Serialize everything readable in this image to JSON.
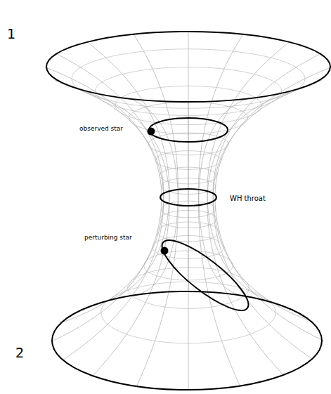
{
  "diagram": {
    "labels": [
      "1",
      "2",
      "observed star",
      "WH throat",
      "perturbing star"
    ]
  }
}
